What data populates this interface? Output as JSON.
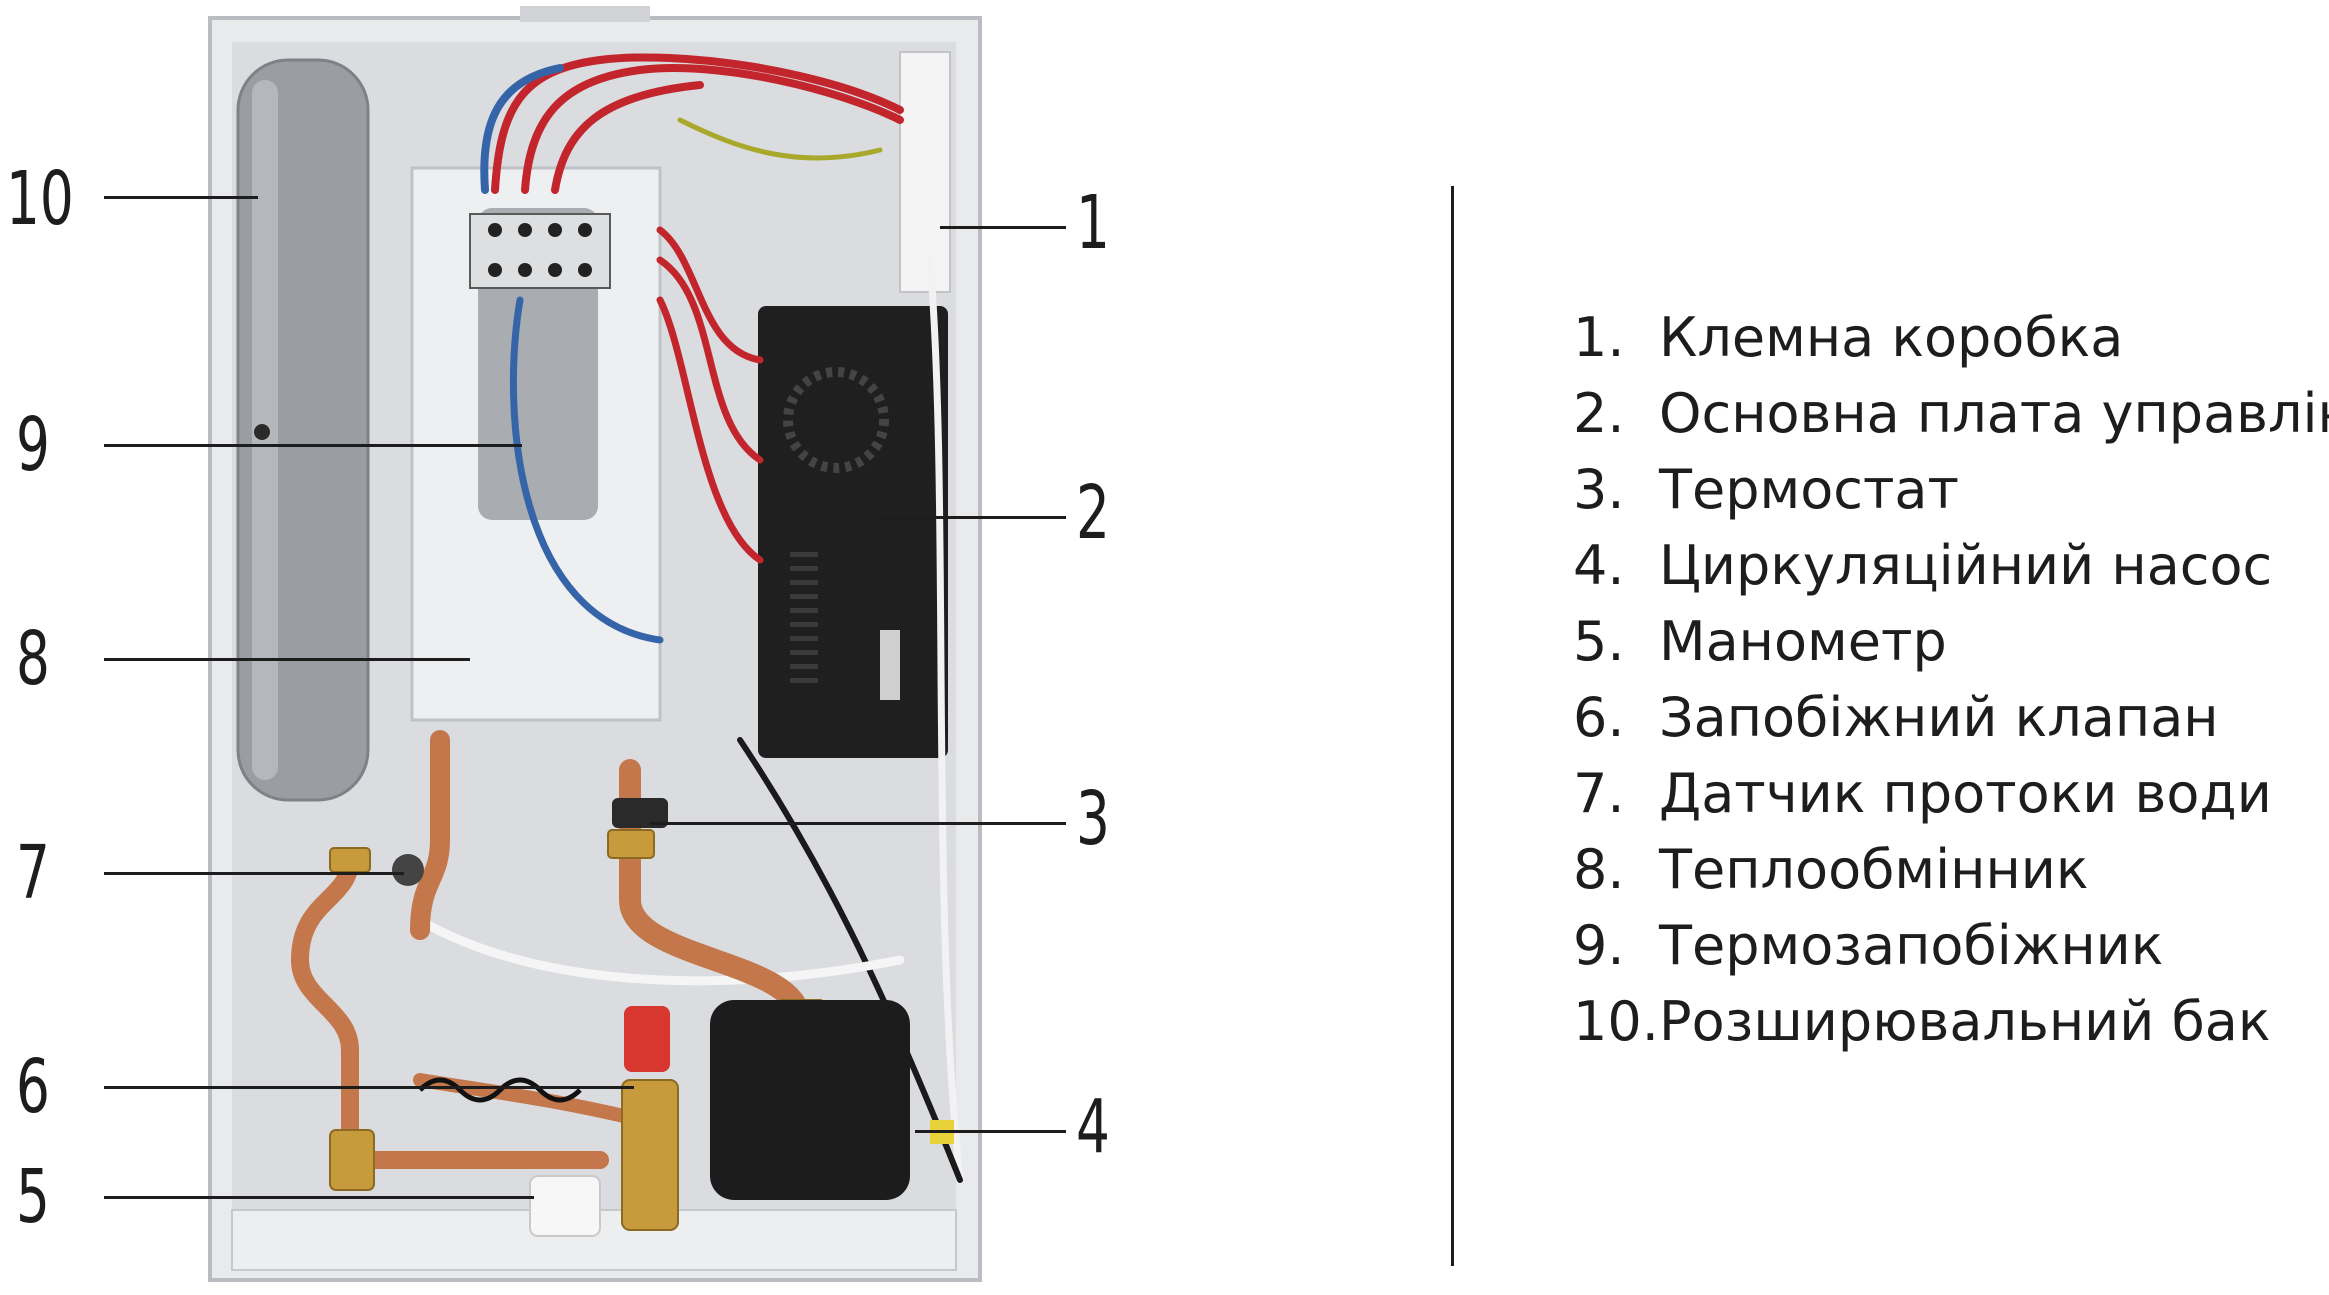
{
  "callouts": [
    "1",
    "2",
    "3",
    "4",
    "5",
    "6",
    "7",
    "8",
    "9",
    "10"
  ],
  "legend": [
    {
      "num": "1.",
      "label": "Клемна коробка"
    },
    {
      "num": "2.",
      "label": "Основна плата управління"
    },
    {
      "num": "3.",
      "label": "Термостат"
    },
    {
      "num": "4.",
      "label": "Циркуляційний насос"
    },
    {
      "num": "5.",
      "label": "Манометр"
    },
    {
      "num": "6.",
      "label": "Запобіжний клапан"
    },
    {
      "num": "7.",
      "label": "Датчик протоки води"
    },
    {
      "num": "8.",
      "label": "Теплообмінник"
    },
    {
      "num": "9.",
      "label": "Термозапобіжник"
    },
    {
      "num": "10.",
      "label": "Розширювальний бак"
    }
  ]
}
